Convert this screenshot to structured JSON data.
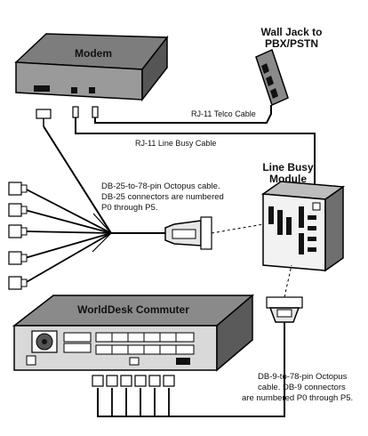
{
  "wall_jack": {
    "line1": "Wall Jack to",
    "line2": "PBX/PSTN"
  },
  "modem": {
    "title": "Modem"
  },
  "cables": {
    "telco": "RJ-11 Telco Cable",
    "line_busy": "RJ-11 Line Busy Cable"
  },
  "line_busy_module": {
    "line1": "Line Busy",
    "line2": "Module"
  },
  "db25_octopus": {
    "line1": "DB-25-to-78-pin Octopus cable.",
    "line2": "DB-25 connectors are numbered",
    "line3": "P0 through P5."
  },
  "commuter": {
    "title": "WorldDesk Commuter"
  },
  "db9_octopus": {
    "line1": "DB-9-to-78-pin Octopus",
    "line2": "cable.  DB-9 connectors",
    "line3": "are numbered P0 through P5."
  }
}
